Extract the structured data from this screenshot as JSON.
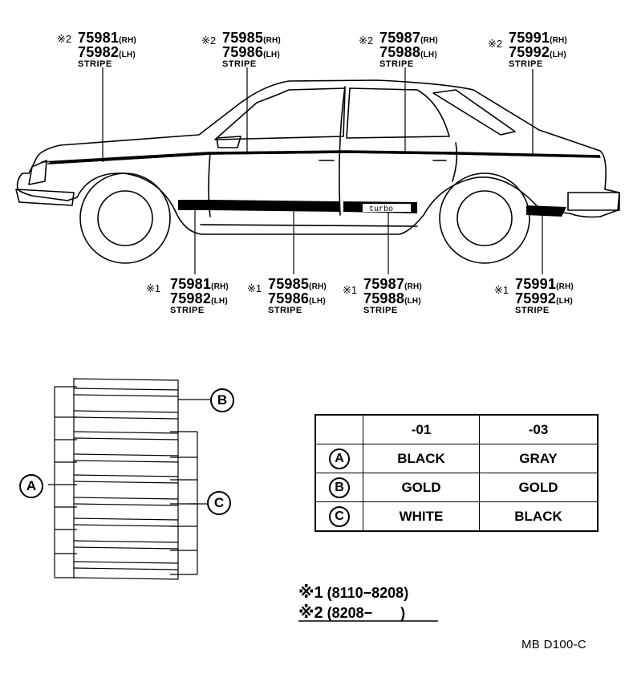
{
  "callouts_top": [
    {
      "mark": "※2",
      "rh_part": "75981",
      "rh": "(RH)",
      "lh_part": "75982",
      "lh": "(LH)",
      "desc": "STRIPE"
    },
    {
      "mark": "※2",
      "rh_part": "75985",
      "rh": "(RH)",
      "lh_part": "75986",
      "lh": "(LH)",
      "desc": "STRIPE"
    },
    {
      "mark": "※2",
      "rh_part": "75987",
      "rh": "(RH)",
      "lh_part": "75988",
      "lh": "(LH)",
      "desc": "STRIPE"
    },
    {
      "mark": "※2",
      "rh_part": "75991",
      "rh": "(RH)",
      "lh_part": "75992",
      "lh": "(LH)",
      "desc": "STRIPE"
    }
  ],
  "callouts_bottom": [
    {
      "mark": "※1",
      "rh_part": "75981",
      "rh": "(RH)",
      "lh_part": "75982",
      "lh": "(LH)",
      "desc": "STRIPE"
    },
    {
      "mark": "※1",
      "rh_part": "75985",
      "rh": "(RH)",
      "lh_part": "75986",
      "lh": "(LH)",
      "desc": "STRIPE"
    },
    {
      "mark": "※1",
      "rh_part": "75987",
      "rh": "(RH)",
      "lh_part": "75988",
      "lh": "(LH)",
      "desc": "STRIPE"
    },
    {
      "mark": "※1",
      "rh_part": "75991",
      "rh": "(RH)",
      "lh_part": "75992",
      "lh": "(LH)",
      "desc": "STRIPE"
    }
  ],
  "badge_text": "turbo",
  "stripe_labels": {
    "a": "A",
    "b": "B",
    "c": "C"
  },
  "color_table": {
    "headers": [
      "-01",
      "-03"
    ],
    "rows": [
      {
        "key": "A",
        "c1": "BLACK",
        "c2": "GRAY"
      },
      {
        "key": "B",
        "c1": "GOLD",
        "c2": "GOLD"
      },
      {
        "key": "C",
        "c1": "WHITE",
        "c2": "BLACK"
      }
    ]
  },
  "footnotes": [
    {
      "mark": "※1",
      "range": "(8110−8208)"
    },
    {
      "mark": "※2",
      "range": "(8208−       )"
    }
  ],
  "diagram_code": "MB D100-C"
}
